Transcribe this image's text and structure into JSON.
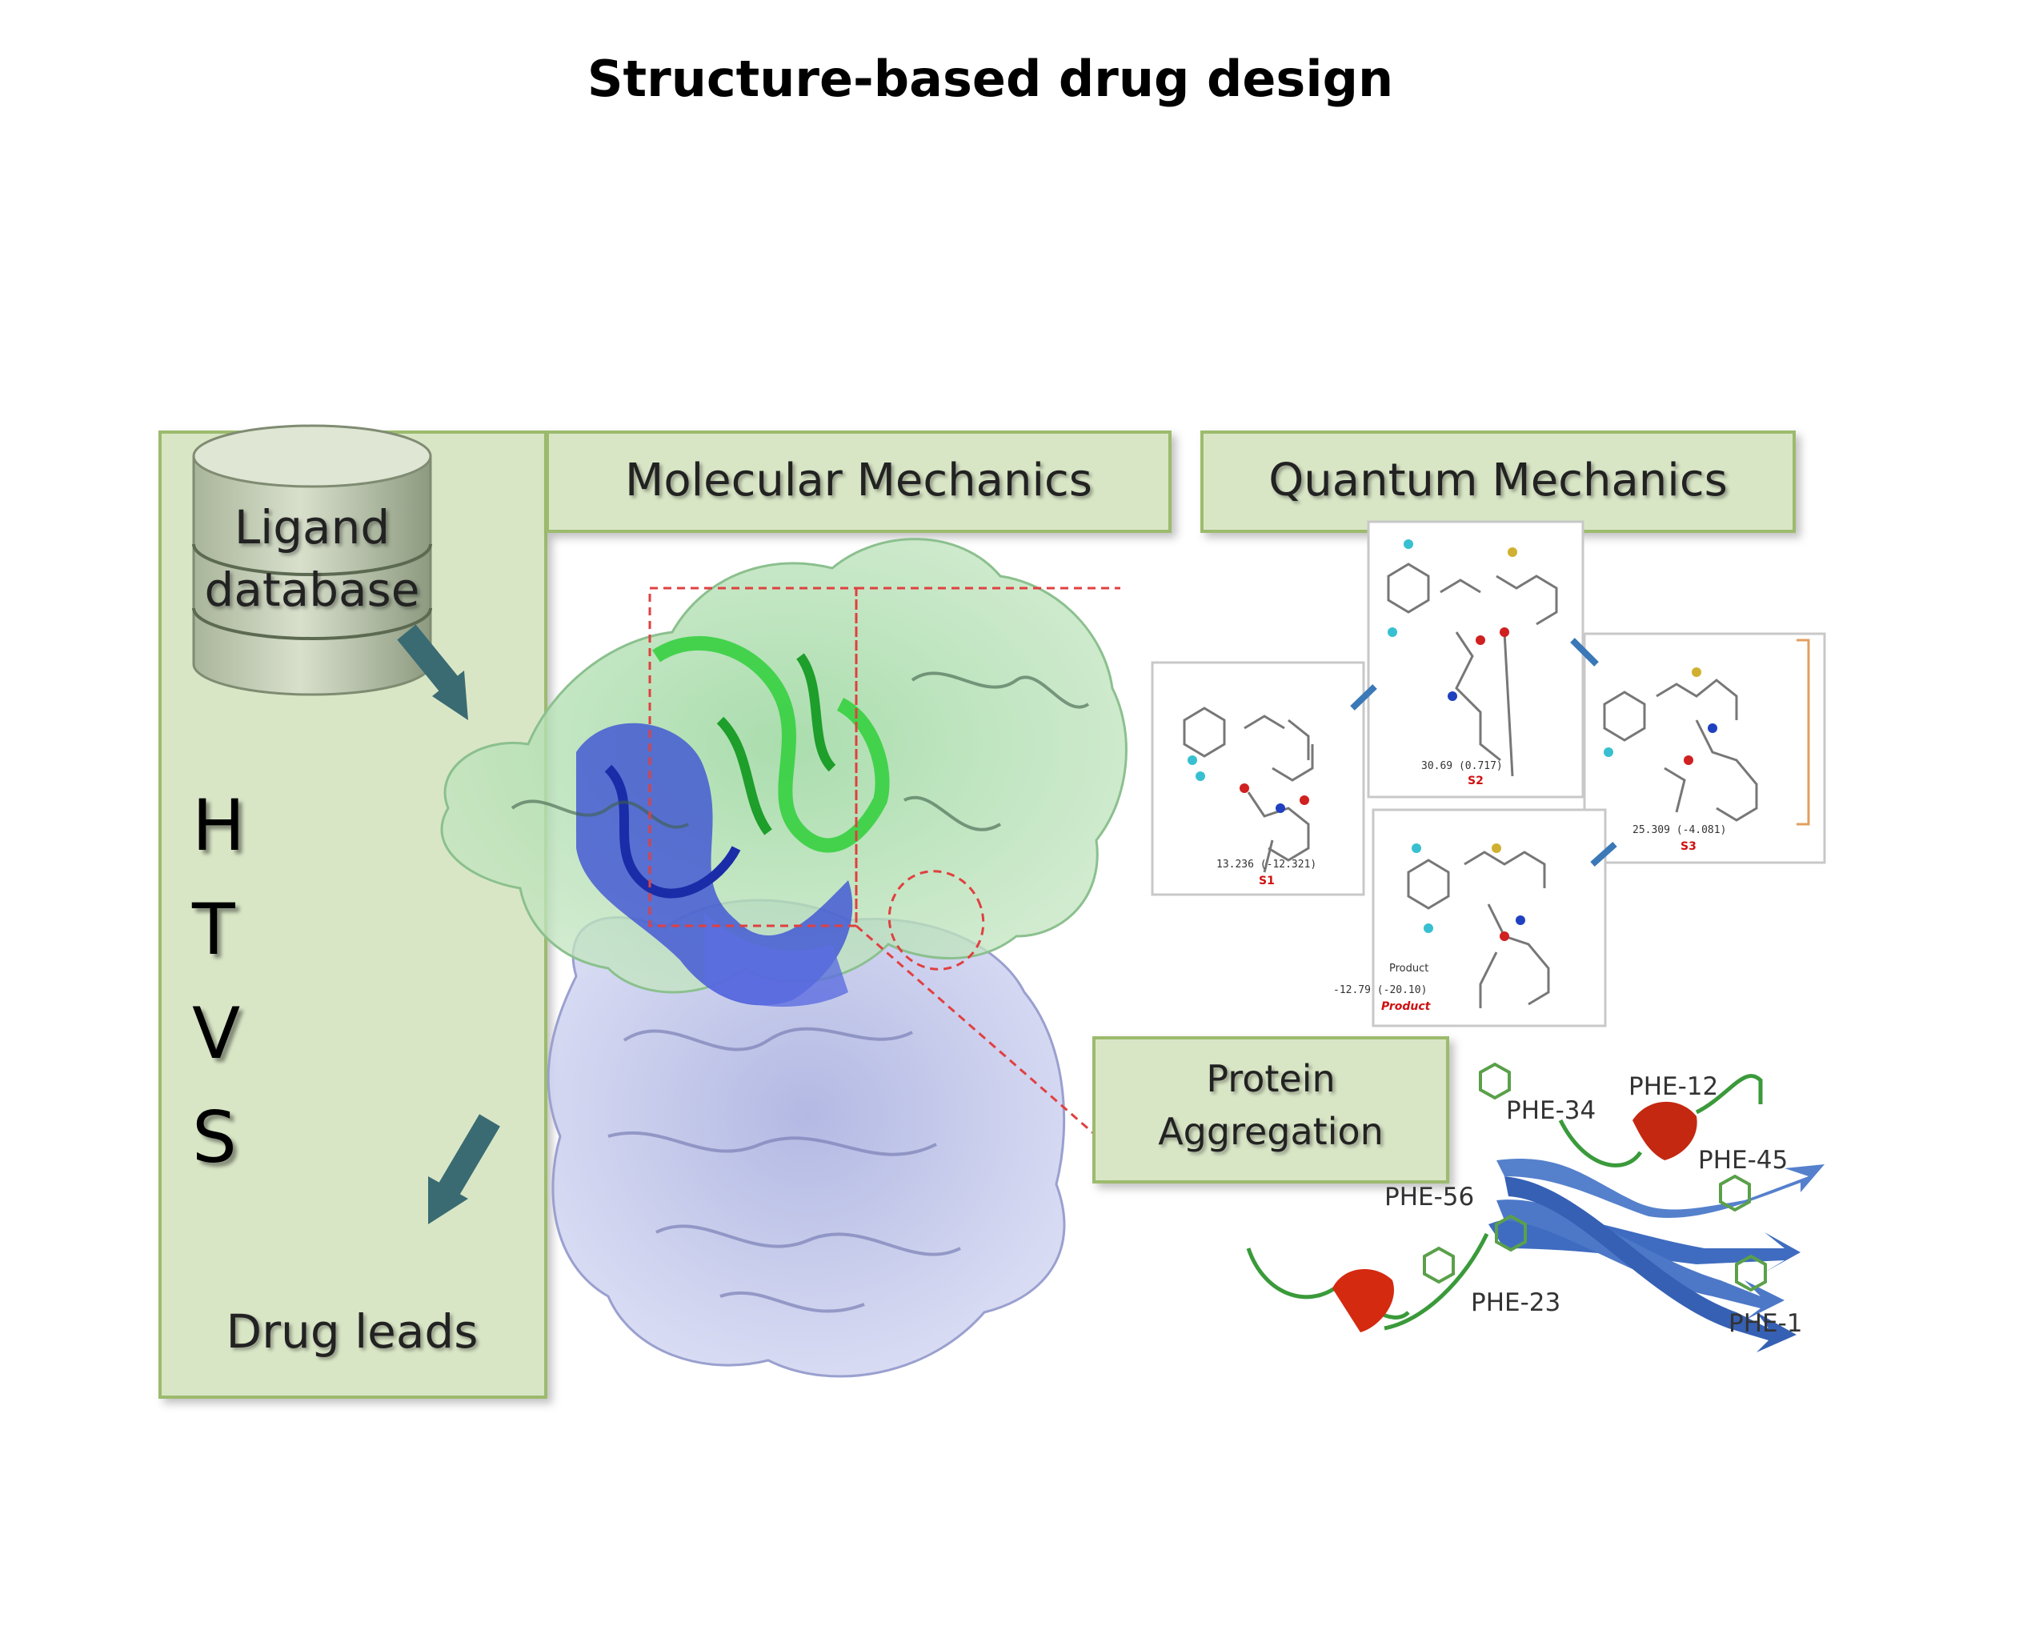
{
  "title": "Structure-based drug design",
  "boxes": {
    "ligand_db_line1": "Ligand",
    "ligand_db_line2": "database",
    "htvs": [
      "H",
      "T",
      "V",
      "S"
    ],
    "drug_leads": "Drug leads",
    "molecular_mechanics": "Molecular Mechanics",
    "quantum_mechanics": "Quantum Mechanics",
    "protein_aggregation_line1": "Protein",
    "protein_aggregation_line2": "Aggregation"
  },
  "quantum_panels": {
    "s1_energy": "13.236 (-12.321)",
    "s1_label": "S1",
    "s2_energy": "30.69 (0.717)",
    "s2_label": "S2",
    "s3_energy": "25.309 (-4.081)",
    "s3_label": "S3",
    "product_text": "Product",
    "product_energy": "-12.79 (-20.10)",
    "product_label": "Product"
  },
  "residues": [
    "PHE-12",
    "PHE-34",
    "PHE-45",
    "PHE-56",
    "PHE-23",
    "PHE-1"
  ],
  "colors": {
    "panel_fill": "#d9e6c6",
    "panel_border": "#9cbb6d",
    "arrow": "#3a6b72",
    "protein_green": "#7fc98a",
    "protein_lavender": "#b9bfe6",
    "ribbon_blue": "#2a3fd0",
    "ribbon_green": "#2fcf3a",
    "sheet_blue": "#3f6cc0",
    "helix_red": "#d42a10",
    "dashed_red": "#e04040"
  }
}
